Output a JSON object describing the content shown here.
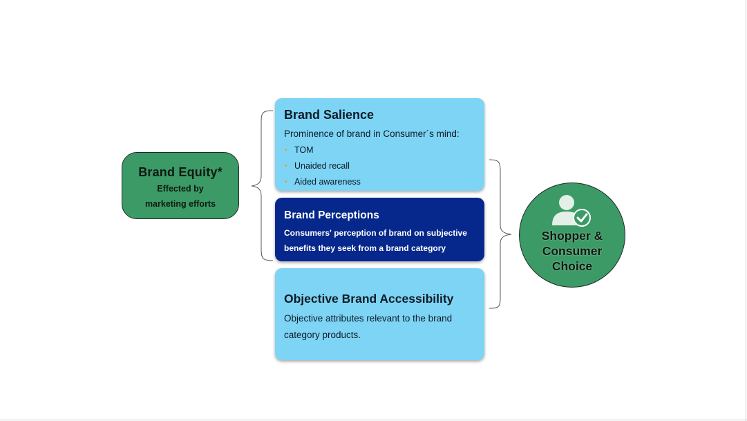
{
  "equity": {
    "title": "Brand Equity*",
    "line1": "Effected by",
    "line2": "marketing efforts"
  },
  "salience": {
    "title": "Brand Salience",
    "description": "Prominence of brand in Consumer´s mind:",
    "items": [
      "TOM",
      "Unaided recall",
      "Aided awareness"
    ]
  },
  "perceptions": {
    "title": "Brand Perceptions",
    "line1": "Consumers' perception of brand on subjective",
    "line2": "benefits they seek from a brand category"
  },
  "accessibility": {
    "title": "Objective Brand Accessibility",
    "line1": "Objective attributes relevant to the brand",
    "line2": "category products."
  },
  "choice": {
    "line1": "Shopper &",
    "line2": "Consumer",
    "line3": "Choice",
    "icon": "user-check-icon"
  },
  "colors": {
    "green": "#3c9a66",
    "light_blue": "#7dd4f5",
    "dark_blue": "#06288c",
    "bullet": "#e0a020"
  }
}
